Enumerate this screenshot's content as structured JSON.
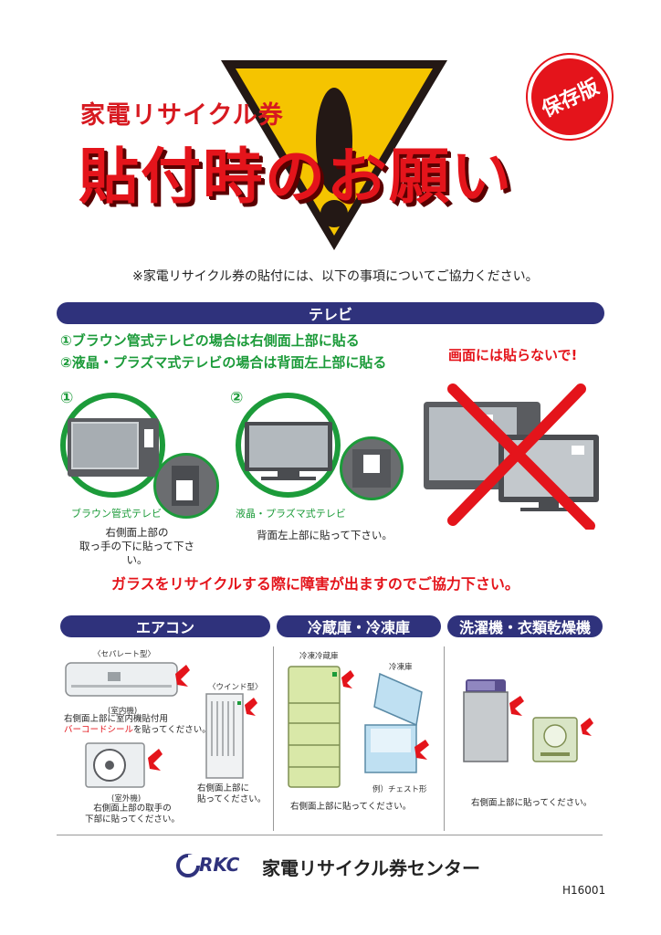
{
  "header": {
    "subtitle": "家電リサイクル券",
    "title": "貼付時のお願い",
    "badge": "保存版",
    "note": "※家電リサイクル券の貼付には、以下の事項についてご協力ください。"
  },
  "tv": {
    "bar": "テレビ",
    "instruction_1": "①ブラウン管式テレビの場合は右側面上部に貼る",
    "instruction_2": "②液晶・プラズマ式テレビの場合は背面左上部に貼る",
    "warning": "画面には貼らないで!",
    "num_1": "①",
    "num_2": "②",
    "crt_label": "ブラウン管式テレビ",
    "crt_caption": "右側面上部の\n取っ手の下に貼って下さい。",
    "lcd_label": "液晶・プラズマ式テレビ",
    "lcd_caption": "背面左上部に貼って下さい。",
    "glass_note": "ガラスをリサイクルする際に障害が出ますのでご協力下さい。"
  },
  "aircon": {
    "bar": "エアコン",
    "separate_label": "〈セパレート型〉",
    "indoor_label": "(室内機)",
    "indoor_caption_1": "右側面上部に室内機貼付用",
    "indoor_caption_2": "バーコードシール",
    "indoor_caption_3": "を貼ってください。",
    "window_label": "〈ウインド型〉",
    "window_caption": "右側面上部に\n貼ってください。",
    "outdoor_label": "(室外機)",
    "outdoor_caption": "右側面上部の取手の\n下部に貼ってください。"
  },
  "fridge": {
    "bar": "冷蔵庫・冷凍庫",
    "fridge_label": "冷凍冷蔵庫",
    "freezer_label": "冷凍庫",
    "example_label": "例）チェスト形",
    "caption": "右側面上部に貼ってください。"
  },
  "washer": {
    "bar": "洗濯機・衣類乾燥機",
    "caption": "右側面上部に貼ってください。"
  },
  "footer": {
    "logo_mark": "RKC",
    "org_name": "家電リサイクル券センター",
    "code": "H16001"
  },
  "colors": {
    "brand_red": "#e4141b",
    "navy": "#2f327c",
    "green": "#1c9b3a",
    "warning_yellow": "#f5c400"
  }
}
